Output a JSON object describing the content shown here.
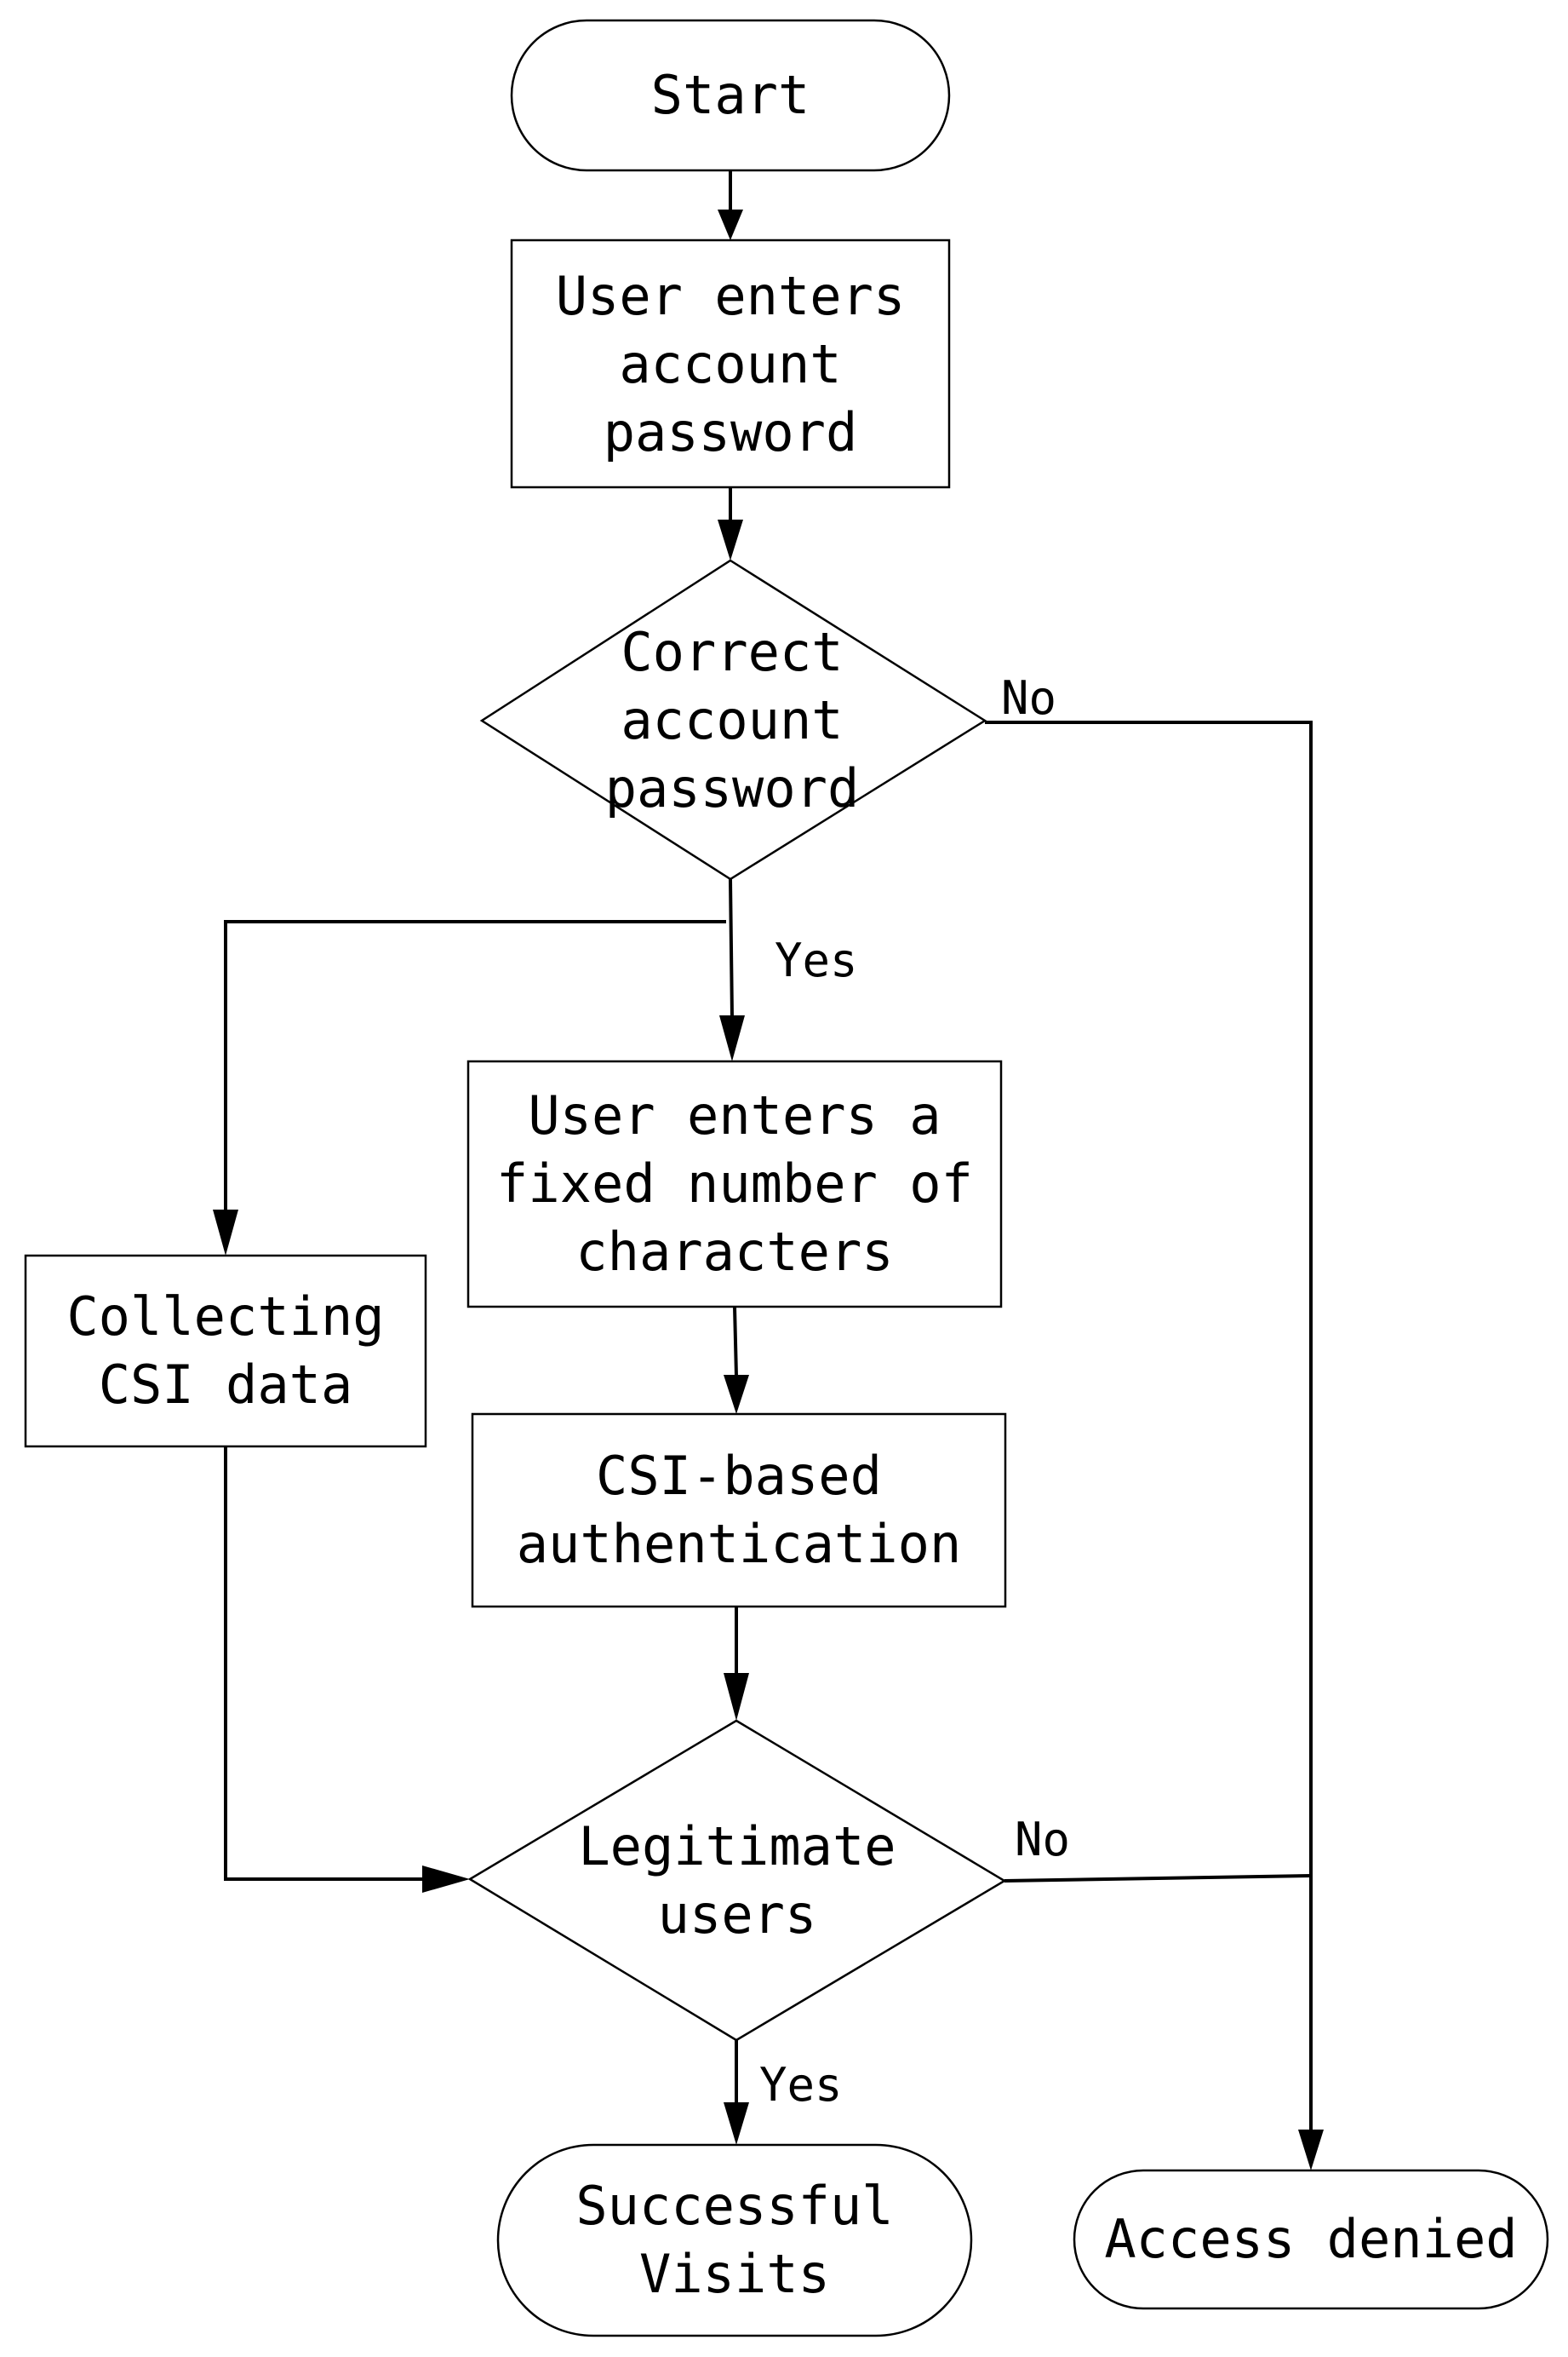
{
  "nodes": {
    "start": {
      "lines": [
        "Start"
      ]
    },
    "enter_password": {
      "lines": [
        "User enters",
        "account",
        "password"
      ]
    },
    "check_password": {
      "lines": [
        "Correct",
        "account",
        "password"
      ]
    },
    "enter_characters": {
      "lines": [
        "User enters a",
        "fixed number of",
        "characters"
      ]
    },
    "collect_csi": {
      "lines": [
        "Collecting",
        "CSI data"
      ]
    },
    "csi_auth": {
      "lines": [
        "CSI-based",
        "authentication"
      ]
    },
    "check_legitimate": {
      "lines": [
        "Legitimate",
        "users"
      ]
    },
    "success": {
      "lines": [
        "Successful",
        "Visits"
      ]
    },
    "denied": {
      "lines": [
        "Access denied"
      ]
    }
  },
  "edge_labels": {
    "password_no": "No",
    "password_yes": "Yes",
    "legitimate_no": "No",
    "legitimate_yes": "Yes"
  }
}
